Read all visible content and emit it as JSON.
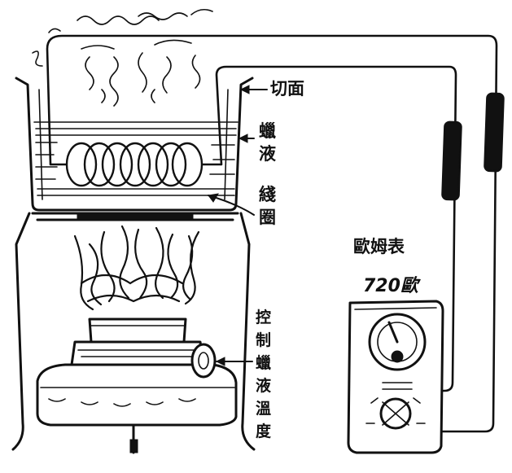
{
  "labels": {
    "cut_surface": "切面",
    "wax_liquid": [
      "蠟",
      "液"
    ],
    "coil": [
      "綫",
      "圈"
    ],
    "control_temp": [
      "控",
      "制",
      "蠟",
      "液",
      "溫",
      "度"
    ],
    "ohmmeter_title": "歐姆表",
    "ohmmeter_reading": "720歐"
  },
  "icons": [
    "beaker",
    "coil",
    "flame",
    "burner",
    "thermometer",
    "ohmmeter-dial",
    "wire",
    "steam"
  ],
  "colors": {
    "ink": "#111111",
    "paper": "#ffffff"
  }
}
